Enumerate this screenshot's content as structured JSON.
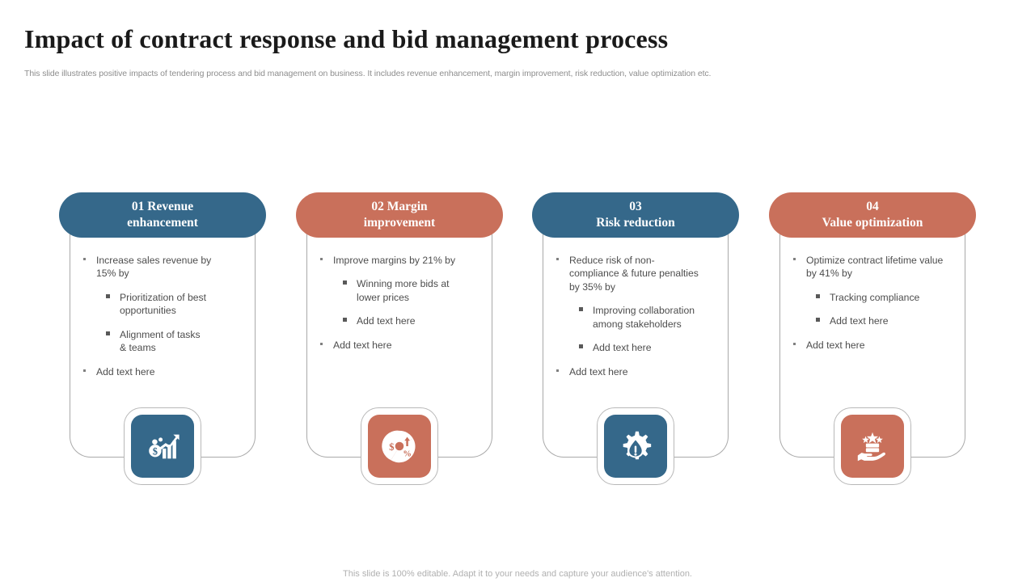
{
  "slide": {
    "title": "Impact of contract response and bid management process",
    "subtitle": "This slide illustrates positive impacts of tendering process and bid management on business. It includes revenue enhancement, margin improvement, risk reduction, value optimization etc.",
    "footer": "This slide is 100% editable. Adapt it to your needs and capture your audience's attention."
  },
  "colors": {
    "blue": "#35688a",
    "salmon": "#c9705b",
    "title": "#1a1a1a",
    "body_text": "#4d4d4d",
    "muted": "#8e8e8e",
    "card_border": "#a9a9a9"
  },
  "cards": [
    {
      "number": "01",
      "heading": "01 Revenue\nenhancement",
      "color": "#35688a",
      "icon": "money-growth-chart-icon",
      "bullets": [
        {
          "level": 1,
          "text": "Increase sales revenue by\n15% by"
        },
        {
          "level": 2,
          "text": "Prioritization of best\nopportunities"
        },
        {
          "level": 2,
          "text": "Alignment of tasks\n& teams"
        },
        {
          "level": 1,
          "text": "Add text here"
        }
      ]
    },
    {
      "number": "02",
      "heading": "02 Margin\nimprovement",
      "color": "#c9705b",
      "icon": "pie-chart-margin-icon",
      "bullets": [
        {
          "level": 1,
          "text": "Improve margins by 21% by"
        },
        {
          "level": 2,
          "text": "Winning more bids at\nlower prices"
        },
        {
          "level": 2,
          "text": "Add text here"
        },
        {
          "level": 1,
          "text": "Add text here"
        }
      ]
    },
    {
      "number": "03",
      "heading": "03\nRisk reduction",
      "color": "#35688a",
      "icon": "gear-warning-icon",
      "bullets": [
        {
          "level": 1,
          "text": "Reduce risk of non-\ncompliance & future penalties\nby 35% by"
        },
        {
          "level": 2,
          "text": "Improving collaboration\namong stakeholders"
        },
        {
          "level": 2,
          "text": "Add text here"
        },
        {
          "level": 1,
          "text": "Add text here"
        }
      ]
    },
    {
      "number": "04",
      "heading": "04\nValue optimization",
      "color": "#c9705b",
      "icon": "hand-holding-stars-icon",
      "bullets": [
        {
          "level": 1,
          "text": "Optimize contract lifetime value\nby 41% by"
        },
        {
          "level": 2,
          "text": "Tracking compliance"
        },
        {
          "level": 2,
          "text": "Add text here"
        },
        {
          "level": 1,
          "text": "Add text here"
        }
      ]
    }
  ]
}
